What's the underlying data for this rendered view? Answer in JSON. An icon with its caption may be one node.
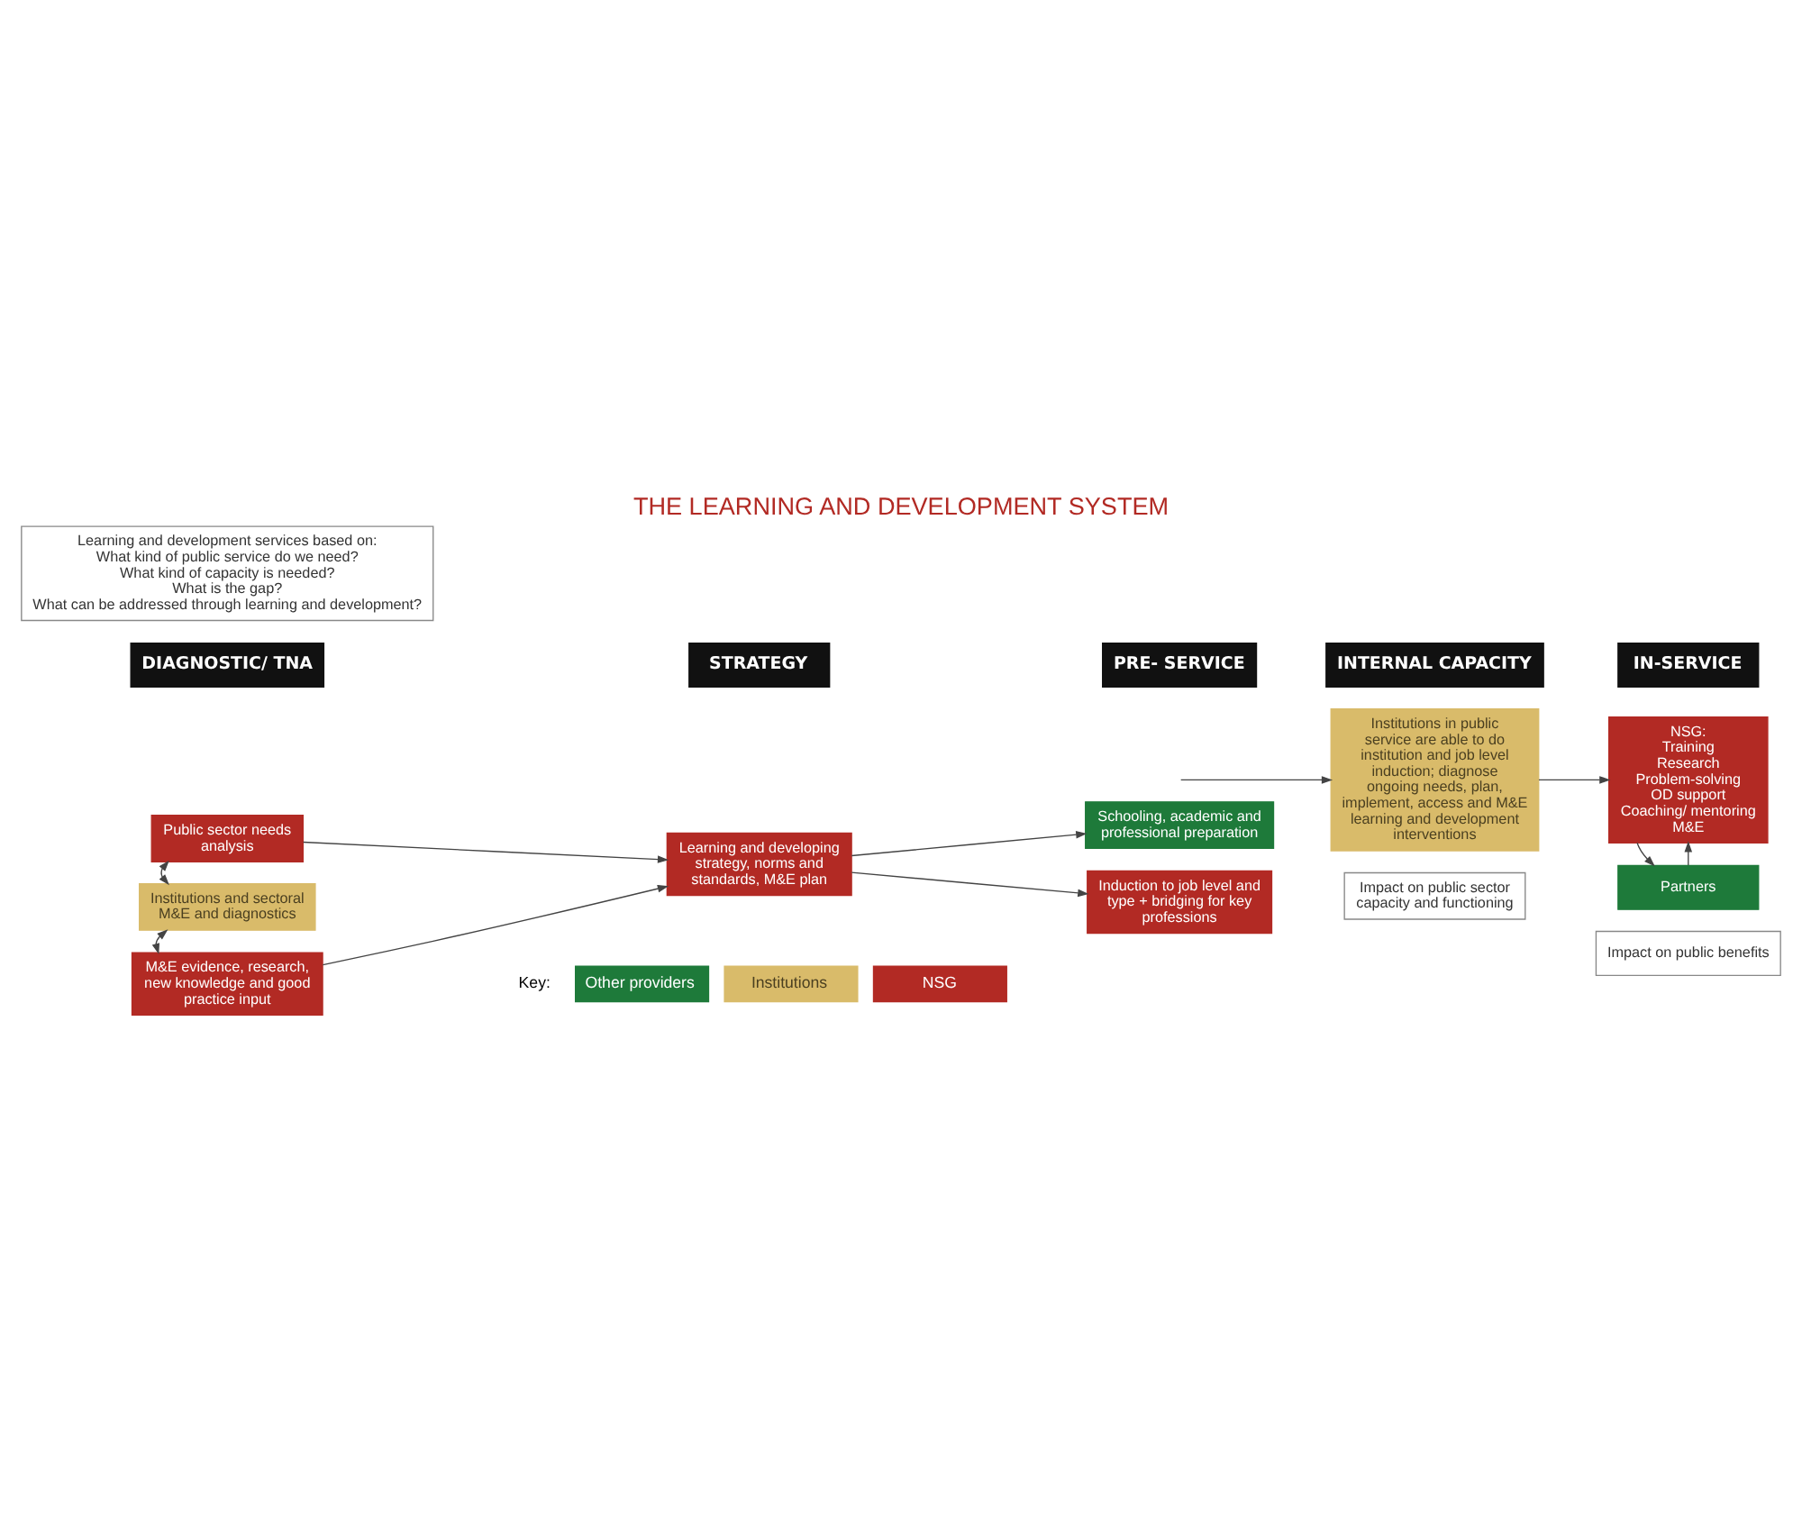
{
  "diagram": {
    "title": "THE LEARNING AND DEVELOPMENT SYSTEM",
    "nodes": [
      {
        "text": [
          "Learning and development services based on:",
          "What kind of public service do we need?",
          "What kind of capacity is needed?",
          "What is the gap?",
          "What can be addressed through learning and development?"
        ]
      },
      {
        "text": [
          "Impact on public sector capacity and functioning"
        ]
      },
      {
        "text": [
          "Impact on public benefits"
        ]
      },
      {
        "text": [
          "DIAGNOSTIC/ TNA"
        ]
      },
      {
        "text": [
          "STRATEGY"
        ]
      },
      {
        "text": [
          "PRE- SERVICE"
        ]
      },
      {
        "text": [
          "INTERNAL CAPACITY"
        ]
      },
      {
        "text": [
          "IN-SERVICE"
        ]
      },
      {
        "text": [
          "Public sector needs analysis"
        ]
      },
      {
        "text": [
          "Institutions and sectoral M&E and diagnostics"
        ]
      },
      {
        "text": [
          "M&E evidence, research, new knowledge and good practice input"
        ]
      },
      {
        "text": [
          "Learning and developing strategy, norms and standards, M&E plan"
        ]
      },
      {
        "text": [
          "Schooling, academic and professional preparation"
        ]
      },
      {
        "text": [
          "Induction to job level and type + bridging for key professions"
        ]
      },
      {
        "text": [
          "Institutions in public service are able to do institution and job level induction; diagnose ongoing needs, plan, implement, access and M&E learning and development interventions"
        ]
      },
      {
        "text": [
          "NSG:",
          "Training",
          "Research",
          "Problem-solving",
          "OD support",
          "Coaching/ mentoring",
          "M&E"
        ]
      },
      {
        "text": [
          "Partners"
        ]
      }
    ],
    "edges": [
      {
        "from": 8,
        "to": 11,
        "arrow": "to"
      },
      {
        "from": 11,
        "to": 12,
        "arrow": "to"
      },
      {
        "from": 8,
        "to": 9,
        "arrow": "both"
      },
      {
        "from": 9,
        "to": 10,
        "arrow": "both"
      },
      {
        "from": 10,
        "to": 11,
        "arrow": "to"
      },
      {
        "from": 11,
        "to": 13,
        "arrow": "to"
      },
      {
        "from": null,
        "to": 14,
        "arrow": "to"
      },
      {
        "from": 14,
        "to": 15,
        "arrow": "to"
      },
      {
        "from": 16,
        "to": 15,
        "arrow": "to"
      },
      {
        "from": 15,
        "to": 16,
        "arrow": "to"
      }
    ],
    "labels": [
      "Key:"
    ],
    "legend": [
      {
        "text": "Other providers",
        "color": "#1e7a3a"
      },
      {
        "text": "Institutions",
        "color": "#d9bb6a"
      },
      {
        "text": "NSG",
        "color": "#b22a24"
      }
    ]
  }
}
